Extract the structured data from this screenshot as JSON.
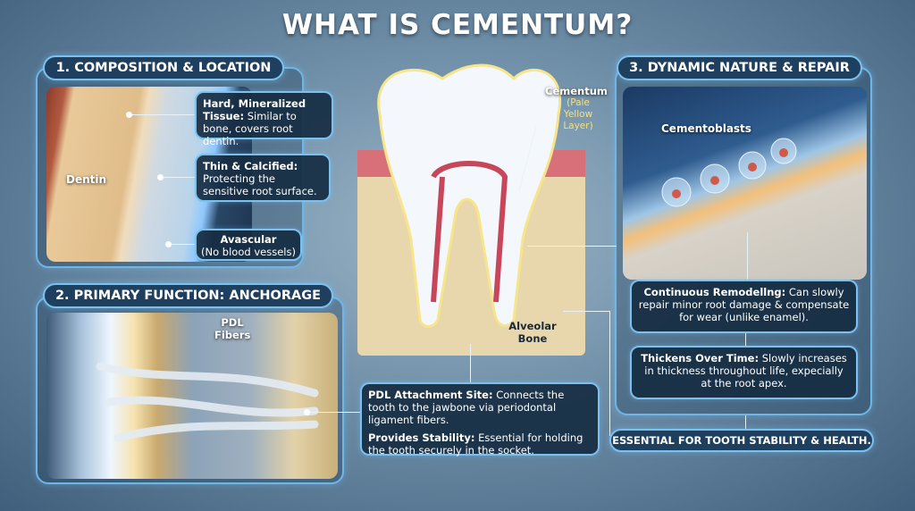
{
  "title": "WHAT IS CEMENTUM?",
  "panel1": {
    "header": "1. COMPOSITION & LOCATION",
    "dentin_label": "Dentin",
    "callouts": [
      {
        "bold": "Hard, Mineralized Tissue:",
        "text": " Similar to bone, covers root dentin."
      },
      {
        "bold": "Thin & Calcified:",
        "text": " Protecting the sensitive root surface."
      },
      {
        "bold": "Avascular",
        "text": "(No blood vessels)"
      }
    ]
  },
  "panel2": {
    "header": "2. PRIMARY FUNCTION: ANCHORAGE",
    "fibers_label": "PDL Fibers"
  },
  "center": {
    "cementum_label": "Cementum",
    "cementum_sub": "(Pale Yellow Layer)",
    "bone_label": "Alveolar Bone",
    "callouts": [
      {
        "bold": "PDL Attachment Site:",
        "text": " Connects the tooth to the jawbone via periodontal ligament fibers."
      },
      {
        "bold": "Provides Stability:",
        "text": " Essential for holding the tooth securely in the socket."
      }
    ]
  },
  "panel3": {
    "header": "3. DYNAMIC NATURE & REPAIR",
    "cells_label": "Cementoblasts",
    "callouts": [
      {
        "bold": "Continuous Remodellng:",
        "text": " Can slowly repair minor root damage & compensate for wear (unlike enamel)."
      },
      {
        "bold": "Thickens Over Time:",
        "text": " Slowly increases in thickness throughout life, expecially at the root apex."
      }
    ]
  },
  "footer": "ESSENTIAL FOR TOOTH STABILITY & HEALTH."
}
